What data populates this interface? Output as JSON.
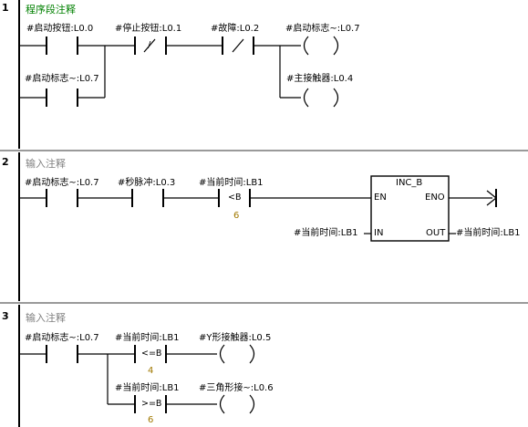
{
  "networks": [
    {
      "number": "1",
      "comment": "程序段注释",
      "comment_color": "#008000",
      "contacts": [
        {
          "operand": "#启动按钮:L0.0",
          "symbol": ""
        },
        {
          "operand": "#停止按钮:L0.1",
          "symbol": "/"
        },
        {
          "operand": "#故障:L0.2",
          "symbol": "/"
        },
        {
          "operand": "#启动标志~:L0.7",
          "symbol": ""
        }
      ],
      "coils": [
        {
          "operand": "#启动标志~:L0.7"
        },
        {
          "operand": "#主接触器:L0.4"
        }
      ]
    },
    {
      "number": "2",
      "comment": "输入注释",
      "comment_color": "#808080",
      "contacts": [
        {
          "operand": "#启动标志~:L0.7"
        },
        {
          "operand": "#秒脉冲:L0.3"
        }
      ],
      "compare": {
        "operand": "#当前时间:LB1",
        "op": "<B",
        "value": "6"
      },
      "block": {
        "title": "INC_B",
        "en": "EN",
        "eno": "ENO",
        "in": "IN",
        "out": "OUT",
        "in_operand": "#当前时间:LB1",
        "out_operand": "#当前时间:LB1"
      }
    },
    {
      "number": "3",
      "comment": "输入注释",
      "comment_color": "#808080",
      "contacts": [
        {
          "operand": "#启动标志~:L0.7"
        }
      ],
      "compares": [
        {
          "operand": "#当前时间:LB1",
          "op": "<=B",
          "value": "4"
        },
        {
          "operand": "#当前时间:LB1",
          "op": ">=B",
          "value": "6"
        }
      ],
      "coils": [
        {
          "operand": "#Y形接触器:L0.5"
        },
        {
          "operand": "#三角形接~:L0.6"
        }
      ]
    }
  ]
}
